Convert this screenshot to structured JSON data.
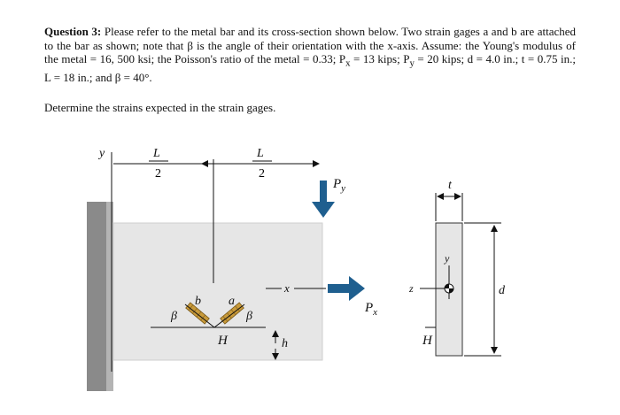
{
  "question": {
    "heading": "Question 3:",
    "line1": " Please refer to the metal bar and its cross-section shown below. Two strain gages a and b are attached to the bar as shown; note that β is the angle of their orientation with the x-axis. Assume: the Young's modulus of the metal = 16, 500 ksi; the Poisson's ratio of the metal = 0.33; P",
    "px_sub": "x",
    "line2": " = 13 kips; P",
    "py_sub": "y",
    "line3": " = 20 kips; d = 4.0 in.; t = 0.75 in.; L = 18 in.; and β = 40°.",
    "task": "Determine the strains expected in the strain gages."
  },
  "figure": {
    "labels": {
      "y_axis": "y",
      "L": "L",
      "two": "2",
      "Py": "P",
      "Py_sub": "y",
      "Px": "P",
      "Px_sub": "x",
      "x_axis": "x",
      "gage_b": "b",
      "gage_a": "a",
      "beta_left": "β",
      "beta_right": "β",
      "H": "H",
      "h": "h",
      "t": "t",
      "cs_y": "y",
      "cs_z": "z",
      "d": "d",
      "cs_H": "H"
    },
    "colors": {
      "wall": "#8a8a8a",
      "bar": "#e6e6e6",
      "arrow": "#1f5f8f",
      "gage": "#c89a3a"
    }
  }
}
